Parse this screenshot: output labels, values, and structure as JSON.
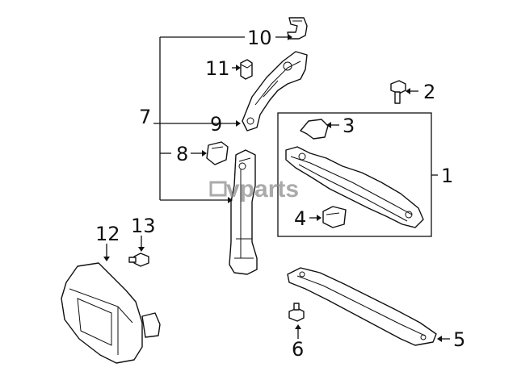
{
  "watermark": "vparts",
  "callouts": {
    "c1": "1",
    "c2": "2",
    "c3": "3",
    "c4": "4",
    "c5": "5",
    "c6": "6",
    "c7": "7",
    "c8": "8",
    "c9": "9",
    "c10": "10",
    "c11": "11",
    "c12": "12",
    "c13": "13"
  }
}
